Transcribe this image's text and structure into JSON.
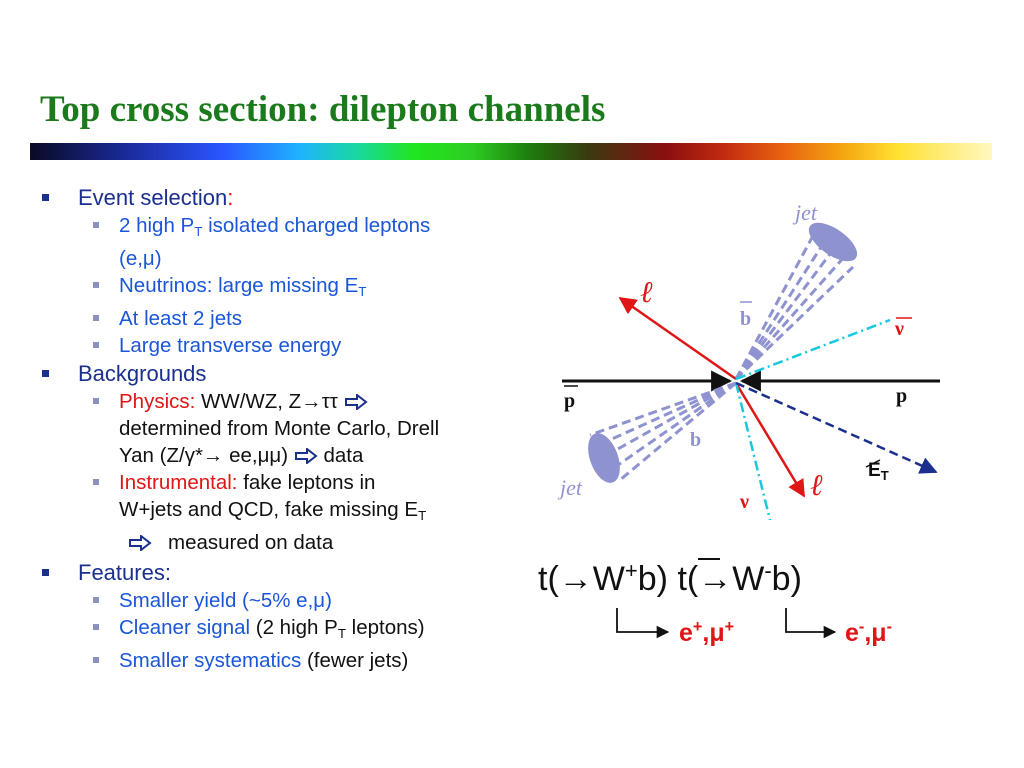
{
  "slide": {
    "title": "Top cross section: dilepton channels"
  },
  "list": {
    "event_selection": {
      "heading": "Event selection",
      "heading_colon": ":",
      "items": [
        {
          "pre": "2 high P",
          "sub": "T",
          "post": " isolated charged leptons"
        },
        {
          "text": "(e,μ)"
        },
        {
          "pre": "Neutrinos: large missing E",
          "sub": "T",
          "post": ""
        },
        {
          "text": "At least 2 jets"
        },
        {
          "text": "Large transverse energy"
        }
      ]
    },
    "backgrounds": {
      "heading": "Backgrounds",
      "physics_label": "Physics:",
      "physics_text": " WW/WZ, Z→ττ ",
      "physics_line2": "determined from Monte Carlo, Drell",
      "physics_line3_pre": "Yan (Z/γ*→ ee,μμ) ",
      "physics_line3_post": " data",
      "instrumental_label": "Instrumental:",
      "instrumental_text": " fake leptons in",
      "instrumental_line2_pre": "W+jets and QCD, fake missing E",
      "instrumental_line2_sub": "T",
      "measured": "measured on data"
    },
    "features": {
      "heading": "Features:",
      "items": [
        {
          "blue": "Smaller yield (~5% e,μ)",
          "dark": ""
        },
        {
          "blue": "Cleaner signal",
          "dark": " (2 high P",
          "sub": "T",
          "dark_post": " leptons)"
        },
        {
          "blue": "Smaller systematics",
          "dark": " (fewer jets)"
        }
      ]
    }
  },
  "diagram": {
    "jet_top": "jet",
    "jet_bottom": "jet",
    "lepton_top": "ℓ",
    "lepton_bottom": "ℓ",
    "bbar": "b",
    "b": "b",
    "nu_right": "ν",
    "nu_bottom": "ν",
    "pbar": "p",
    "p": "p",
    "met_sym": "E",
    "met_sub": "T"
  },
  "decay": {
    "equation_part1": "t(→W",
    "w_plus": "+",
    "equation_part2": "b) t(→W",
    "w_minus": "-",
    "equation_part3": "b)",
    "prod_left_e": "e",
    "prod_left_sup1": "+",
    "prod_left_mu": ",μ",
    "prod_left_sup2": "+",
    "prod_right_e": "e",
    "prod_right_sup1": "-",
    "prod_right_mu": ",μ",
    "prod_right_sup2": "-"
  },
  "colors": {
    "title": "#1b7a1b",
    "bullet_text": "#1b2f8c",
    "item_blue": "#1a56d8",
    "highlight_red": "#e01515",
    "jet": "#8e92cf",
    "neutrino": "#19c8e0",
    "met": "#1b2f8c"
  }
}
